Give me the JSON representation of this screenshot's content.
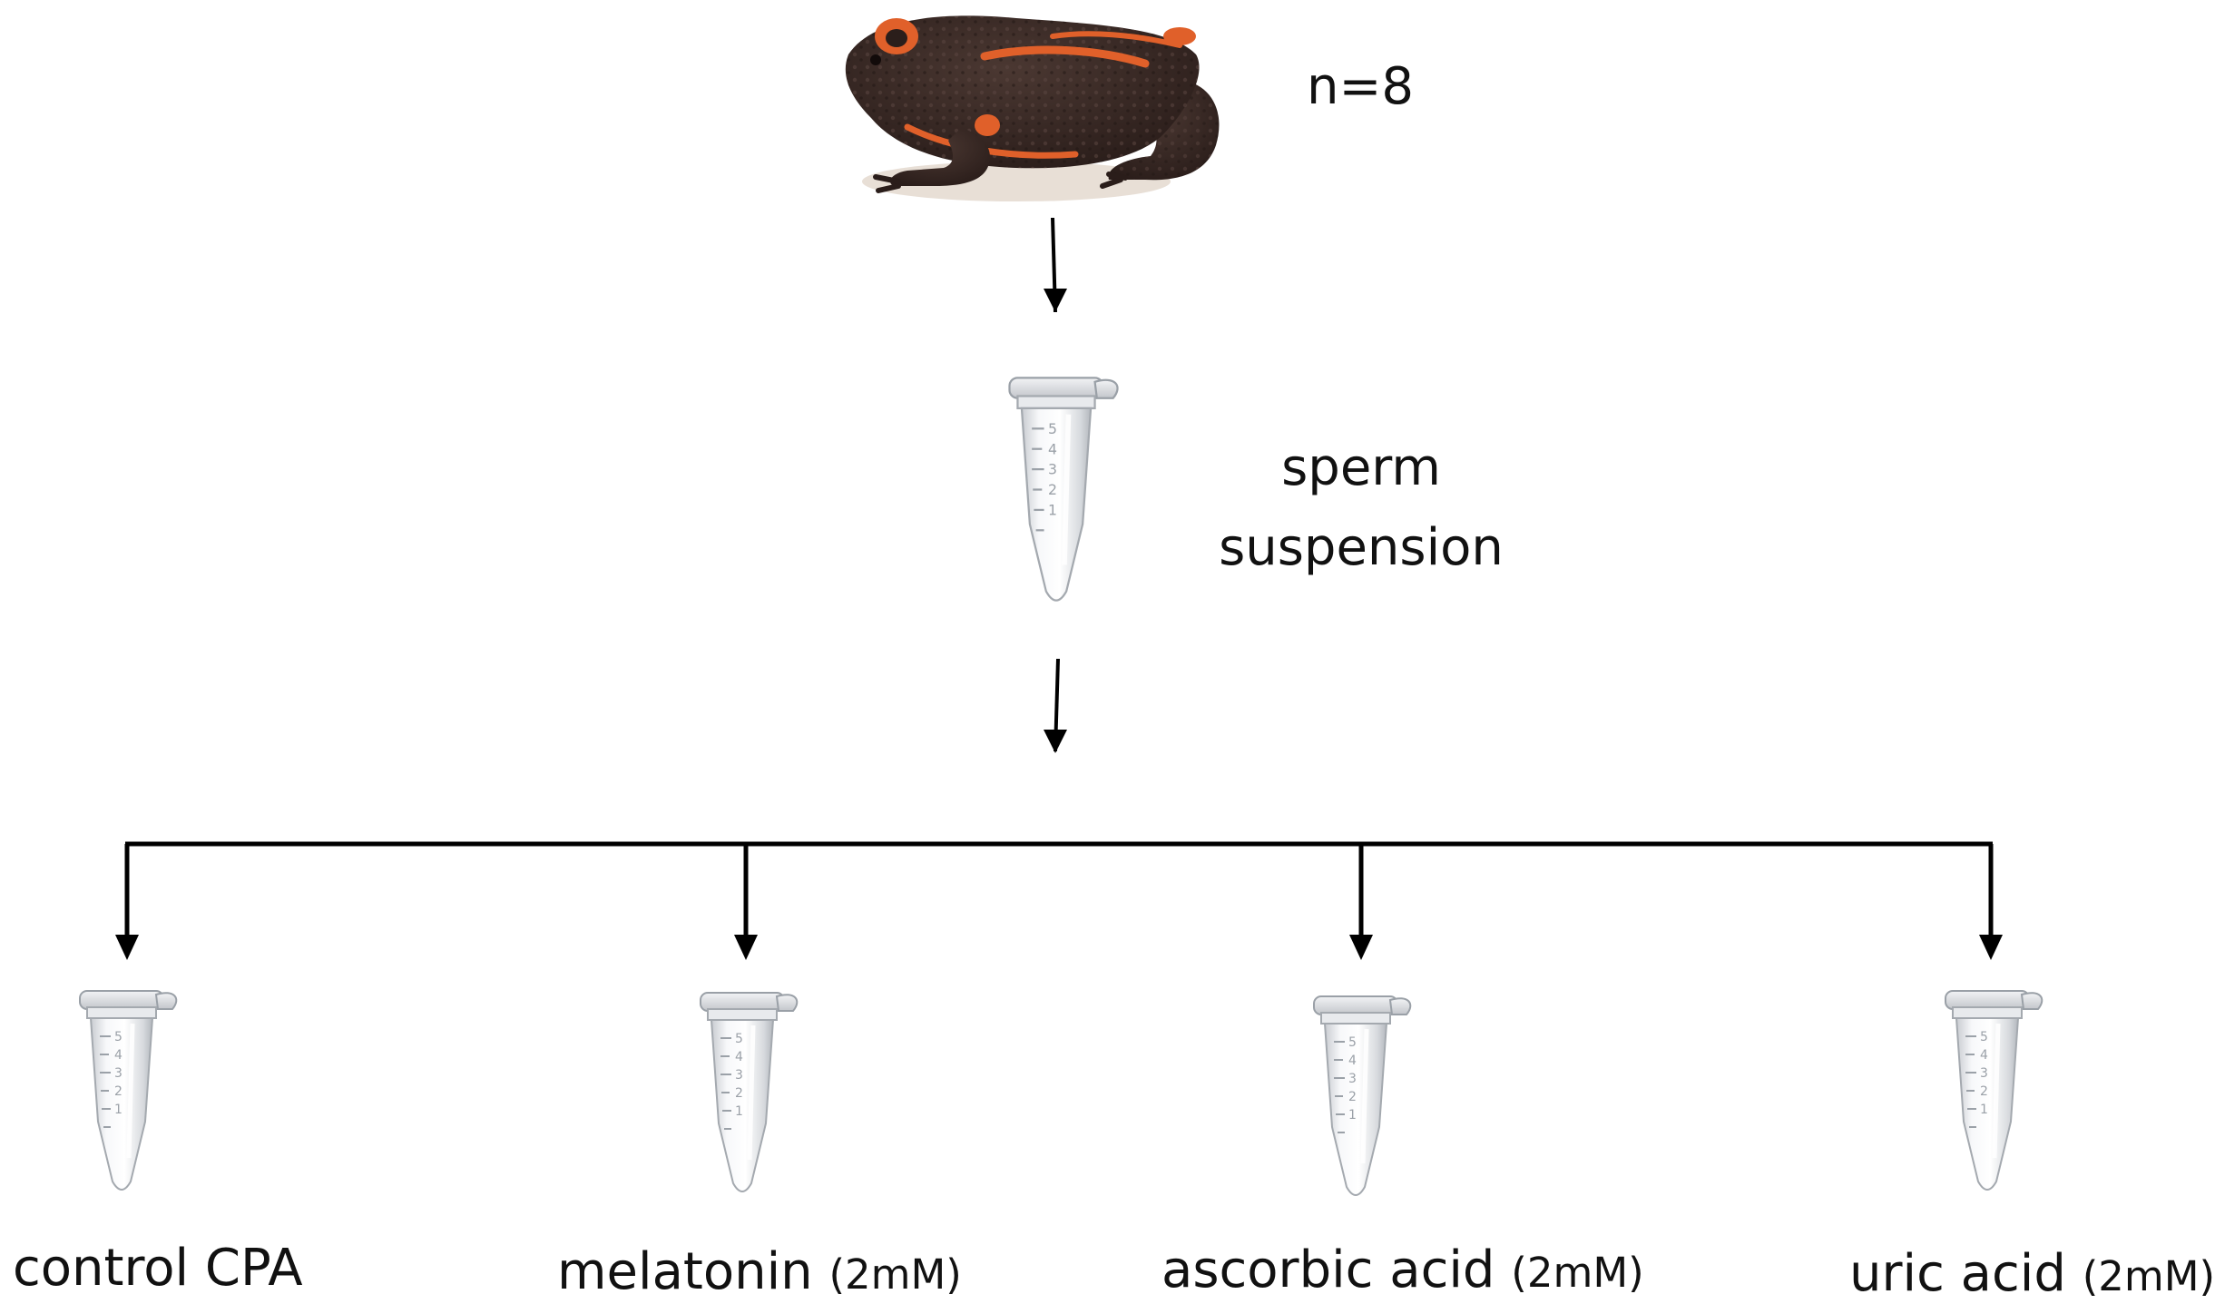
{
  "animal": {
    "count_label": "n=8",
    "icon": "toad-icon",
    "colors": {
      "body": "#3a2a26",
      "spots": "#e0602a"
    }
  },
  "sample": {
    "label_line1": "sperm",
    "label_line2": "suspension",
    "icon": "microcentrifuge-tube-icon"
  },
  "treatments": [
    {
      "name": "control CPA",
      "concentration": ""
    },
    {
      "name": "melatonin",
      "concentration": "(2mM)"
    },
    {
      "name": "ascorbic acid",
      "concentration": "(2mM)"
    },
    {
      "name": "uric acid",
      "concentration": "(2mM)"
    }
  ],
  "colors": {
    "arrow": "#000000",
    "text": "#111111",
    "background": "#ffffff"
  }
}
